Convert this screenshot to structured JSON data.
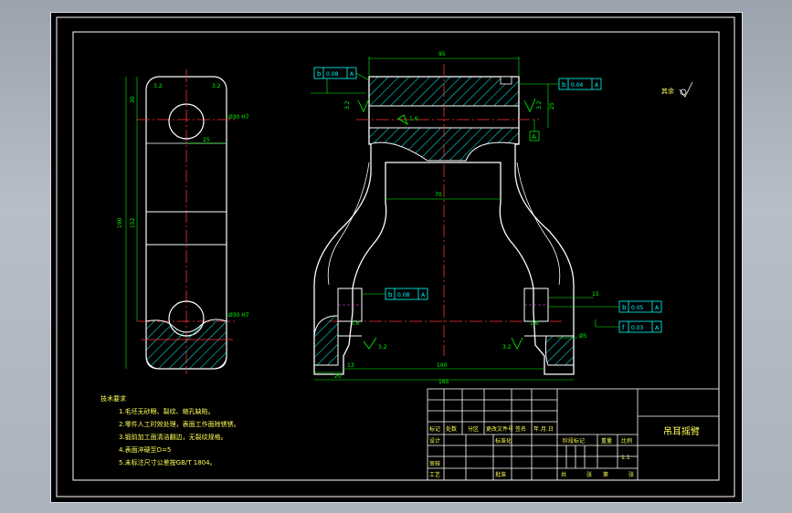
{
  "colors": {
    "background": "#000000",
    "frame": "#ffffff",
    "outline": "#ffffff",
    "dimension": "#00ff00",
    "centerline": "#ff3333",
    "hatch": "#00ffff",
    "text": "#ffff55",
    "callout": "#00ffff"
  },
  "drawing": {
    "dims": {
      "d_20": "20",
      "d_30": "30",
      "d_190": "190",
      "d_152": "152",
      "d_15": "15",
      "d_95": "95",
      "d_70": "70",
      "d_160": "160",
      "d_165": "165",
      "d_20b": "20",
      "d_13": "13",
      "d_16": "16",
      "d_25": "25",
      "d_15b": "15",
      "dia_5": "Ø5",
      "bore_top": "Ø30 H7",
      "bore_bot": "Ø30 H7",
      "rough_32": "3.2",
      "rough_16": "1.6",
      "datum_a": "A"
    },
    "tolerances": [
      {
        "id": "tol-top-left",
        "sym": "b",
        "val": "0.08",
        "ref": "A"
      },
      {
        "id": "tol-top-right",
        "sym": "b",
        "val": "0.04",
        "ref": "A"
      },
      {
        "id": "tol-mid-left",
        "sym": "b",
        "val": "0.08",
        "ref": "A"
      },
      {
        "id": "tol-mid-right",
        "sym": "b",
        "val": "0.05",
        "ref": "A"
      },
      {
        "id": "tol-low-right",
        "sym": "f",
        "val": "0.03",
        "ref": "A"
      }
    ],
    "rest_label": "其余"
  },
  "notes": {
    "heading": "技术要求",
    "items": [
      "1.毛坯无砂眼、裂纹、缩孔缺陷。",
      "2.零件人工时效处理，表面工作面除锈锈。",
      "3.锻前加工面清洁翻边，无裂纹规格。",
      "4.表面淬硬至D=5",
      "5.未标注尺寸公差按GB/T 1804。"
    ]
  },
  "title_block": {
    "part_name": "吊耳摇臂",
    "row_headers": [
      "标记",
      "处数",
      "分区",
      "更改文件号",
      "签名",
      "年.月.日"
    ],
    "design": "设计",
    "standard": "标准化",
    "review": "审核",
    "process": "工艺",
    "approve": "批准",
    "stage_mark": "阶段标记",
    "weight": "重量",
    "scale_label": "比例",
    "scale": "1:1",
    "sheet_total": "共",
    "sheet_label": "张",
    "sheet_no": "第",
    "sheet_label2": "张"
  }
}
